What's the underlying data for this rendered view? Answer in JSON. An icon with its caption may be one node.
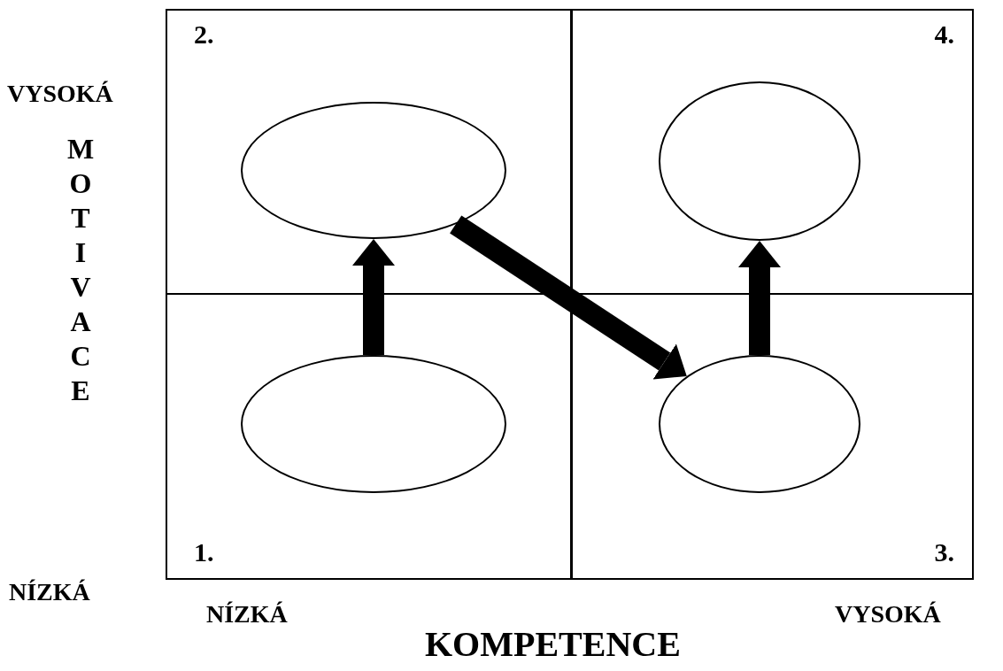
{
  "diagram": {
    "nodes": [
      {
        "text": [
          "2."
        ]
      },
      {
        "text": [],
        "shape": "ellipse",
        "in": 0
      },
      {
        "text": [
          "4."
        ]
      },
      {
        "text": [],
        "shape": "ellipse",
        "in": 2
      },
      {
        "text": [
          "1."
        ]
      },
      {
        "text": [],
        "shape": "ellipse",
        "in": 4
      },
      {
        "text": [
          "3."
        ]
      },
      {
        "text": [],
        "shape": "ellipse",
        "in": 6
      }
    ],
    "edges": [
      {
        "from": 5,
        "to": 1,
        "arrow": "to"
      },
      {
        "from": 1,
        "to": 7,
        "arrow": "to"
      },
      {
        "from": 7,
        "to": 3,
        "arrow": "to"
      }
    ],
    "labels": [
      "VYSOKÁ",
      "MOTIVACE",
      "NÍZKÁ",
      "NÍZKÁ",
      "VYSOKÁ",
      "KOMPETENCE"
    ]
  }
}
